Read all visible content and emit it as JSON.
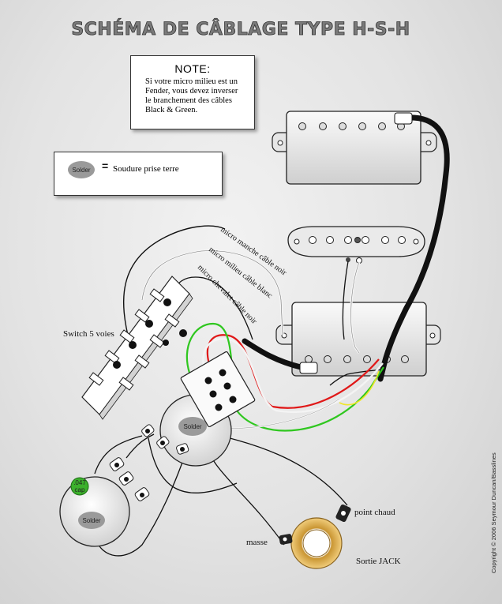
{
  "title": "SCHÉMA DE CÂBLAGE TYPE H-S-H",
  "note": {
    "heading": "NOTE:",
    "lines": [
      "Si votre micro milieu est un",
      "Fender, vous devez inverser",
      "le branchement des câbles",
      "Black & Green."
    ]
  },
  "legend": {
    "solder_label": "Solder",
    "equals": "=",
    "description": "Soudure prise terre"
  },
  "labels": {
    "switch": "Switch 5 voies",
    "wire_neck": "micro manche câble noir",
    "wire_middle": "micro milieu câble blanc",
    "wire_bridge": "micro chevalet câble noir",
    "solder_pot1": "Solder",
    "solder_pot2": "Solder",
    "cap_value": ".047",
    "cap_unit": "cap",
    "point_chaud": "point chaud",
    "masse": "masse",
    "sortie_jack": "Sortie JACK"
  },
  "copyright": "Copyright © 2006 Seymour Duncan/Basslines",
  "colors": {
    "wire_black": "#111111",
    "wire_white": "#f4f4f4",
    "wire_red": "#e01818",
    "wire_green": "#2fc71f",
    "wire_yellow": "#f0e62a",
    "solder_gray": "#9a9a9a",
    "cap_green": "#3cb02c",
    "jack_brass": "#d9a94a"
  }
}
